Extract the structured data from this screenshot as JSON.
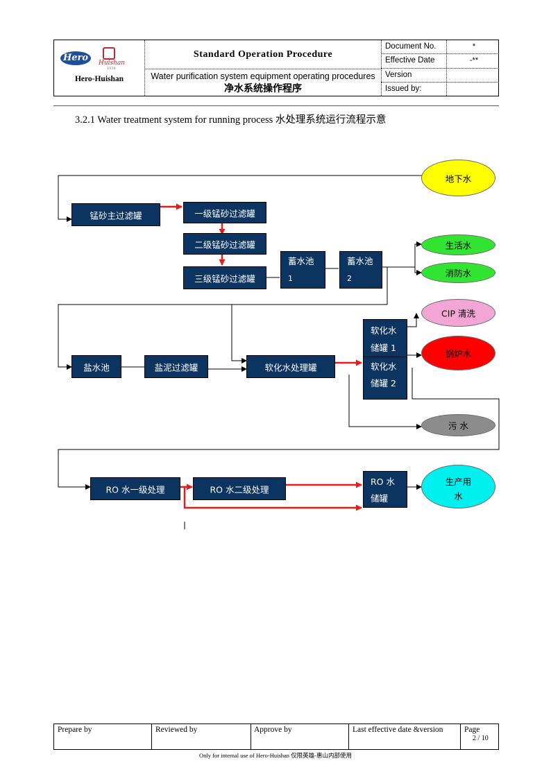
{
  "header": {
    "logo_brand": "Hero",
    "logo_subbrand": "Huishan",
    "logo_year": "1938",
    "company": "Hero-Huishan",
    "title": "Standard  Operation  Procedure",
    "subtitle_en": "Water purification system equipment operating procedures",
    "subtitle_zh": "净水系统操作程序",
    "meta": [
      {
        "label": "Document No.",
        "value": "*"
      },
      {
        "label": "Effective Date",
        "value": "-**"
      },
      {
        "label": "Version",
        "value": ""
      },
      {
        "label": "Issued by:",
        "value": ""
      }
    ]
  },
  "section": {
    "title": "3.2.1 Water treatment  system  for running   process 水处理系统运行流程示意"
  },
  "flow": {
    "nodes": {
      "mn_main_filter": "锰砂主过滤罐",
      "mn_filter_1": "一级锰砂过滤罐",
      "mn_filter_2": "二级锰砂过滤罐",
      "mn_filter_3": "三级锰砂过滤罐",
      "reservoir_1": "蓄水池",
      "reservoir_1_num": "1",
      "reservoir_2": "蓄水池",
      "reservoir_2_num": "2",
      "brine_pool": "盐水池",
      "brine_mud_filter": "盐泥过滤罐",
      "softening_tank": "软化水处理罐",
      "soft_storage_1": "软化水",
      "soft_storage_1b": "储罐 1",
      "soft_storage_2": "软化水",
      "soft_storage_2b": "储罐 2",
      "ro_stage1": "RO  水一级处理",
      "ro_stage2": "RO  水二级处理",
      "ro_storage": "RO  水",
      "ro_storage_b": "储罐"
    },
    "outputs": {
      "groundwater": "地下水",
      "domestic_water": "生活水",
      "fire_water": "消防水",
      "cip_cleaning": "CIP  清洗",
      "boiler_water": "锅炉水",
      "sewage": "污  水",
      "production_water": "生产用",
      "production_water_b": "水"
    },
    "colors": {
      "box": "#0c3461",
      "red_arrow": "#e81a1a",
      "groundwater": "#ffff00",
      "green": "#33e533",
      "cip": "#f3a6d6",
      "boiler": "#ff0000",
      "sewage": "#8c8c8c",
      "production": "#00f0f0"
    }
  },
  "footer": {
    "cells": [
      "Prepare by",
      "Reviewed by",
      "Approve by",
      "Last effective date &version",
      "Page"
    ],
    "page": "2 / 10",
    "note": "Only for internal use of Hero-Huishan   仅限英雄-惠山内部使用"
  }
}
